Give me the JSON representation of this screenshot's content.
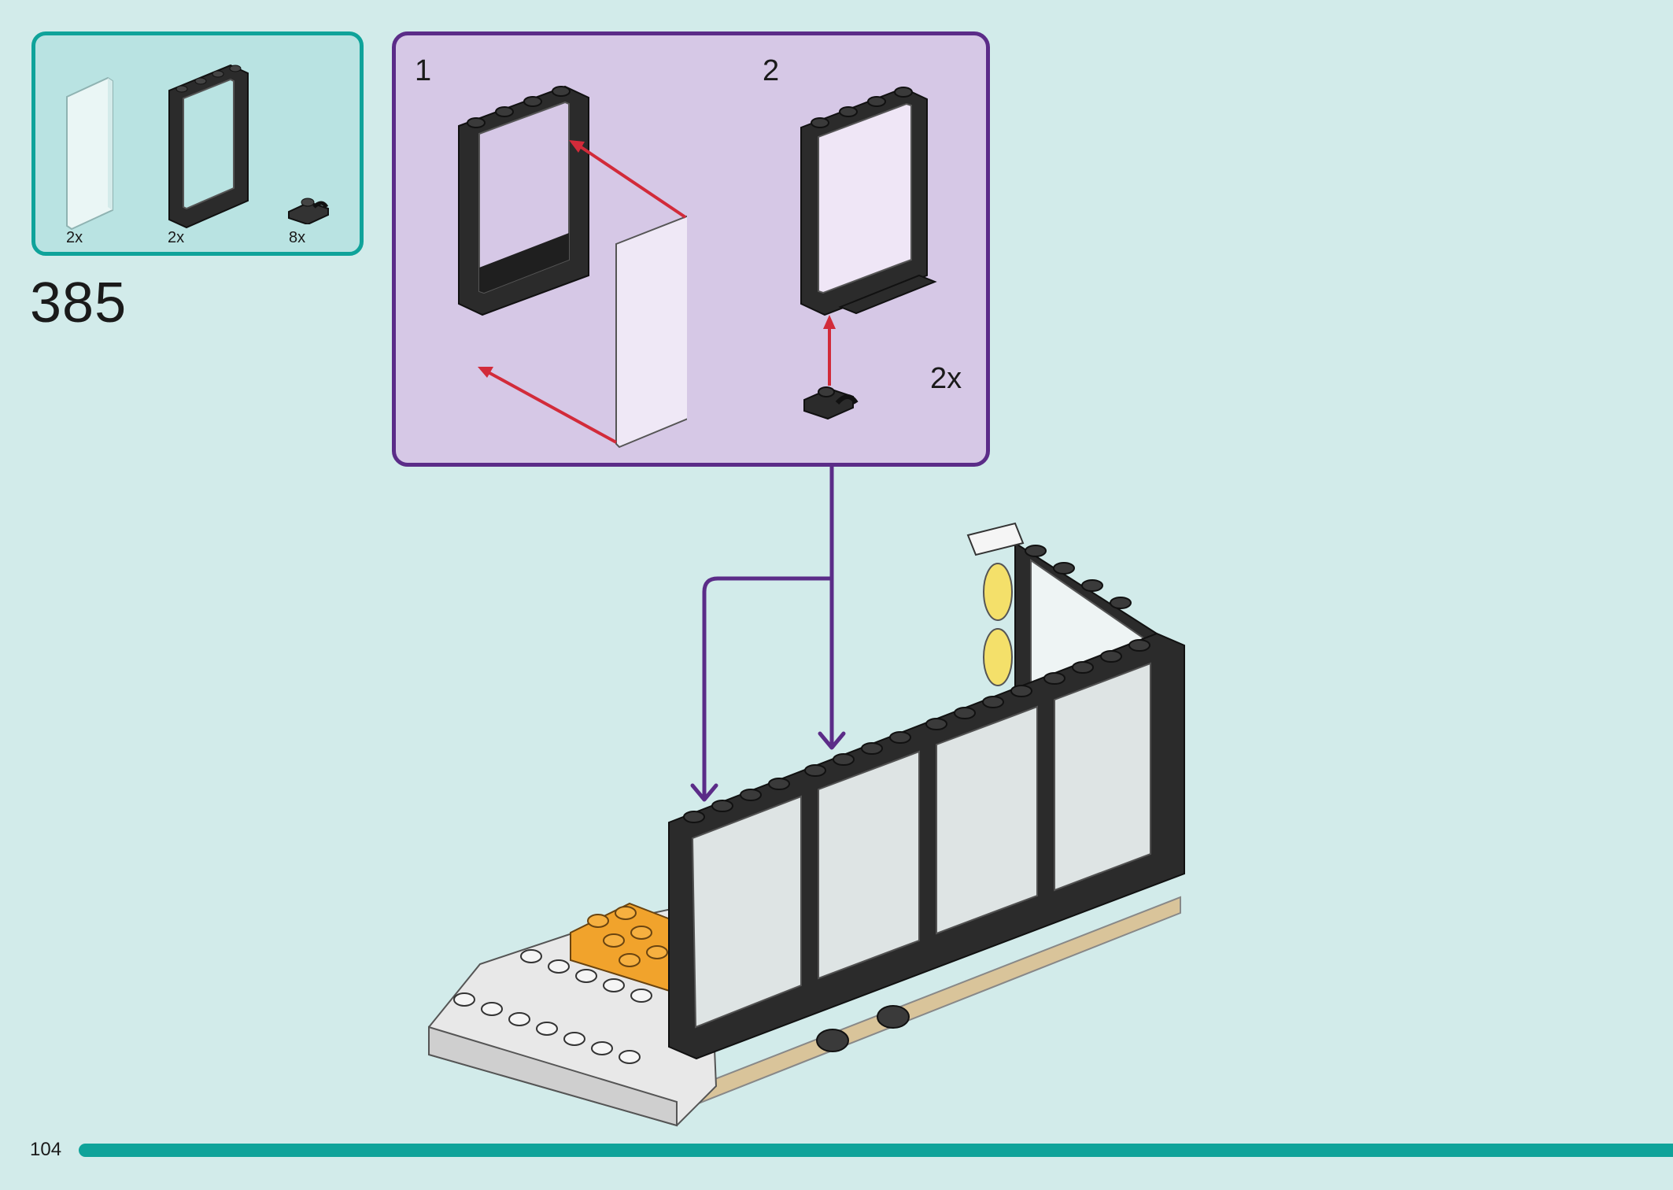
{
  "page": {
    "number": "104",
    "background_color": "#d2ebea"
  },
  "parts_list": {
    "border_color": "#0fa39a",
    "items": [
      {
        "icon": "transparent-glass-pane-icon",
        "qty": "2x"
      },
      {
        "icon": "black-window-frame-icon",
        "qty": "2x"
      },
      {
        "icon": "black-clip-plate-icon",
        "qty": "8x"
      }
    ]
  },
  "step": {
    "number": "385"
  },
  "callout": {
    "border_color": "#5b2c88",
    "sub_steps": [
      {
        "label": "1"
      },
      {
        "label": "2"
      }
    ],
    "multiplier": "2x"
  },
  "footer": {
    "progress_color": "#0fa39a"
  }
}
